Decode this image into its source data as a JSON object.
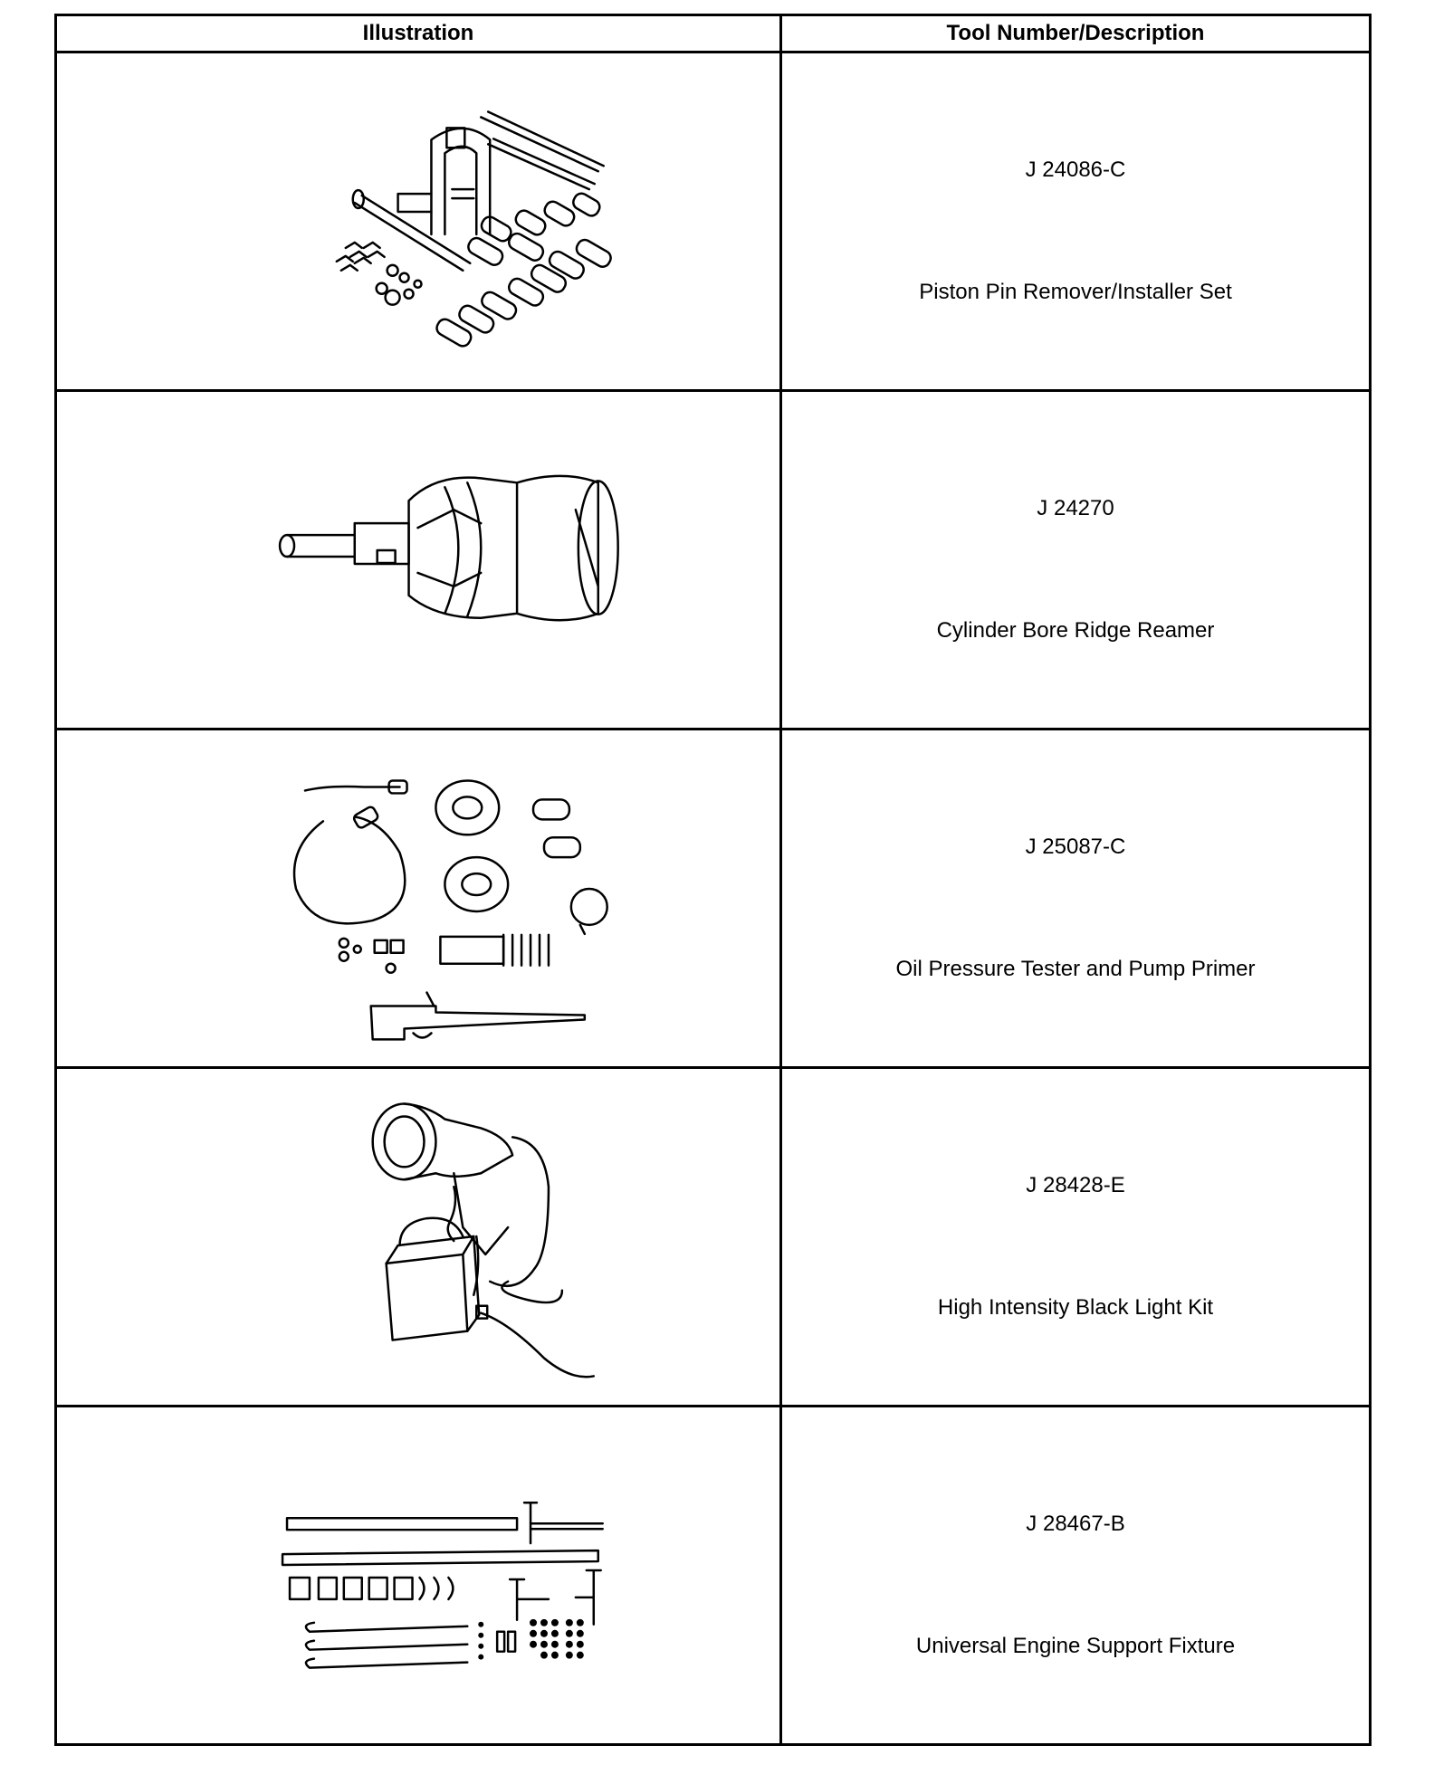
{
  "table": {
    "headers": {
      "illustration": "Illustration",
      "tool": "Tool Number/Description"
    },
    "rows": [
      {
        "number": "J 24086-C",
        "description": "Piston Pin Remover/Installer Set",
        "illustration_icon": "piston-pin-set-icon"
      },
      {
        "number": "J 24270",
        "description": "Cylinder Bore Ridge Reamer",
        "illustration_icon": "ridge-reamer-icon"
      },
      {
        "number": "J 25087-C",
        "description": "Oil Pressure Tester and Pump Primer",
        "illustration_icon": "oil-pressure-tester-icon"
      },
      {
        "number": "J 28428-E",
        "description": "High Intensity Black Light Kit",
        "illustration_icon": "black-light-kit-icon"
      },
      {
        "number": "J 28467-B",
        "description": "Universal Engine Support Fixture",
        "illustration_icon": "engine-support-fixture-icon"
      }
    ]
  }
}
